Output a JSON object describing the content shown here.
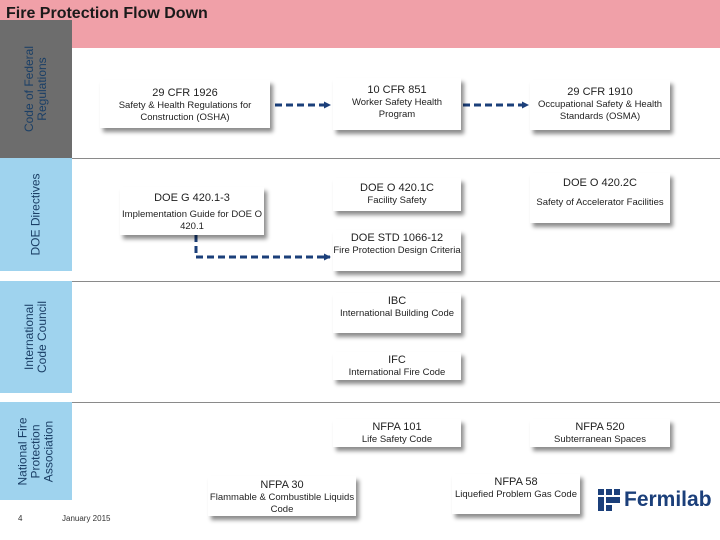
{
  "title": "Fire Protection Flow Down",
  "bands": [
    {
      "label": "Code of Federal\nRegulations",
      "color": "#6d6d6d"
    },
    {
      "label": "DOE Directives",
      "color": "#9fd3ee"
    },
    {
      "label": "International\nCode Council",
      "color": "#9fd3ee"
    },
    {
      "label": "National Fire\nProtection\nAssociation",
      "color": "#9fd3ee"
    }
  ],
  "boxes": {
    "cfr1926": {
      "title": "29 CFR 1926",
      "subtitle": "Safety & Health Regulations for Construction (OSHA)"
    },
    "cfr851": {
      "title": "10 CFR 851",
      "subtitle": "Worker Safety Health Program"
    },
    "cfr1910": {
      "title": "29 CFR 1910",
      "subtitle": "Occupational Safety & Health Standards (OSMA)"
    },
    "doe_g_4201": {
      "title": "DOE G 420.1-3",
      "subtitle": "Implementation Guide for DOE O 420.1"
    },
    "doe_o_4201c": {
      "title": "DOE O 420.1C",
      "subtitle": "Facility Safety"
    },
    "doe_o_4202c": {
      "title": "DOE O 420.2C",
      "subtitle": "Safety of Accelerator Facilities"
    },
    "doe_std_1066": {
      "title": "DOE STD 1066-12",
      "subtitle": "Fire Protection Design Criteria"
    },
    "ibc": {
      "title": "IBC",
      "subtitle": "International Building Code"
    },
    "ifc": {
      "title": "IFC",
      "subtitle": "International Fire Code"
    },
    "nfpa101": {
      "title": "NFPA 101",
      "subtitle": "Life Safety Code"
    },
    "nfpa520": {
      "title": "NFPA 520",
      "subtitle": "Subterranean Spaces"
    },
    "nfpa30": {
      "title": "NFPA 30",
      "subtitle": "Flammable & Combustible Liquids Code"
    },
    "nfpa58": {
      "title": "NFPA 58",
      "subtitle": "Liquefied Problem Gas Code"
    }
  },
  "footer": {
    "page_number": "4",
    "date": "January 2015"
  },
  "logo": {
    "text": "Fermilab",
    "color": "#1b3f7a"
  },
  "colors": {
    "header": "#f0a0a8",
    "band": "#9fd3ee",
    "band_gray": "#6d6d6d",
    "connector": "#1b3f7a"
  }
}
